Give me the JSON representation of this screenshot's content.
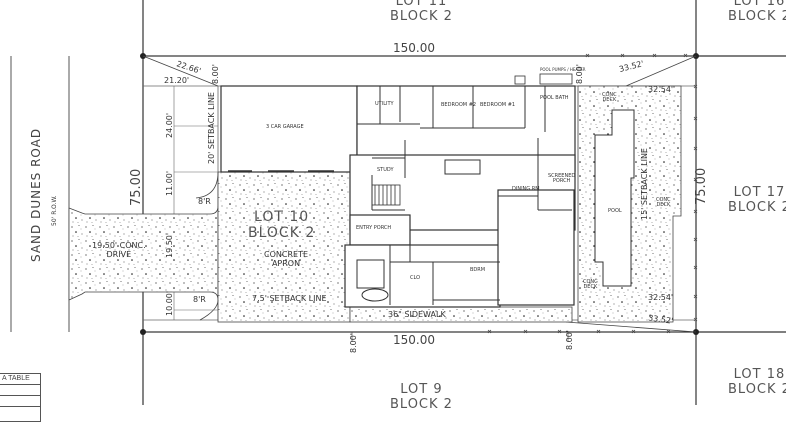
{
  "drawing": {
    "type": "site-plan",
    "road": {
      "name": "SAND DUNES ROAD",
      "row": "50' R.O.W."
    },
    "subject_lot": {
      "lot": "LOT 10",
      "block": "BLOCK 2"
    },
    "adjacent_lots": [
      {
        "id": "lot11",
        "lot": "LOT 11",
        "block": "BLOCK 2"
      },
      {
        "id": "lot16",
        "lot": "LOT 16",
        "block": "BLOCK 2"
      },
      {
        "id": "lot17",
        "lot": "LOT 17",
        "block": "BLOCK 2"
      },
      {
        "id": "lot18",
        "lot": "LOT 18",
        "block": "BLOCK 2"
      },
      {
        "id": "lot9",
        "lot": "LOT 9",
        "block": "BLOCK 2"
      }
    ],
    "dimensions": {
      "top_width": "150.00",
      "bottom_width": "150.00",
      "left_depth": "75.00",
      "right_depth": "75.00",
      "diag_top_left": "22.66'",
      "top_left_offset": "21.20'",
      "setback_8_tl": "8.00'",
      "setback_8_tr": "8.00'",
      "setback_8_bl": "8.00'",
      "setback_8_br": "8.00'",
      "diag_top_right": "33.52'",
      "diag_bottom_right": "33.52'",
      "deck_top": "32.54'",
      "deck_bottom": "32.54'",
      "v_24": "24.00'",
      "v_11": "11.00'",
      "v_1950": "19.50'",
      "v_10": "10.00'",
      "radius_top": "8'R",
      "radius_bottom": "8'R"
    },
    "labels": {
      "front_setback": "20' SETBACK LINE",
      "side_setback": "7.5' SETBACK LINE",
      "rear_setback": "15' SETBACK LINE",
      "drive": "19.50' CONC.",
      "drive2": "DRIVE",
      "apron": "CONCRETE",
      "apron2": "APRON",
      "sidewalk": "36\" SIDEWALK",
      "pool": "POOL",
      "conc_deck": "CONC",
      "conc_deck2": "DECK"
    },
    "rooms": [
      {
        "id": "garage",
        "name": "3 CAR GARAGE"
      },
      {
        "id": "bed2",
        "name": "BEDROOM #2"
      },
      {
        "id": "bed1",
        "name": "BEDROOM #1"
      },
      {
        "id": "utility",
        "name": "UTILITY"
      },
      {
        "id": "pool-bath",
        "name": "POOL BATH"
      },
      {
        "id": "study",
        "name": "STUDY"
      },
      {
        "id": "dining",
        "name": "DINING RM"
      },
      {
        "id": "screened",
        "name": "SCREENED"
      },
      {
        "id": "screened2",
        "name": "PORCH"
      },
      {
        "id": "entry",
        "name": "ENTRY PORCH"
      },
      {
        "id": "clo",
        "name": "CLO"
      },
      {
        "id": "bdrm",
        "name": "BDRM"
      },
      {
        "id": "pool-pumps",
        "name": "POOL PUMPS / HEATER"
      }
    ],
    "area_table": {
      "title": "A TABLE"
    }
  },
  "colors": {
    "line": "#333333",
    "faint": "#888888",
    "stipple": "#222222"
  }
}
